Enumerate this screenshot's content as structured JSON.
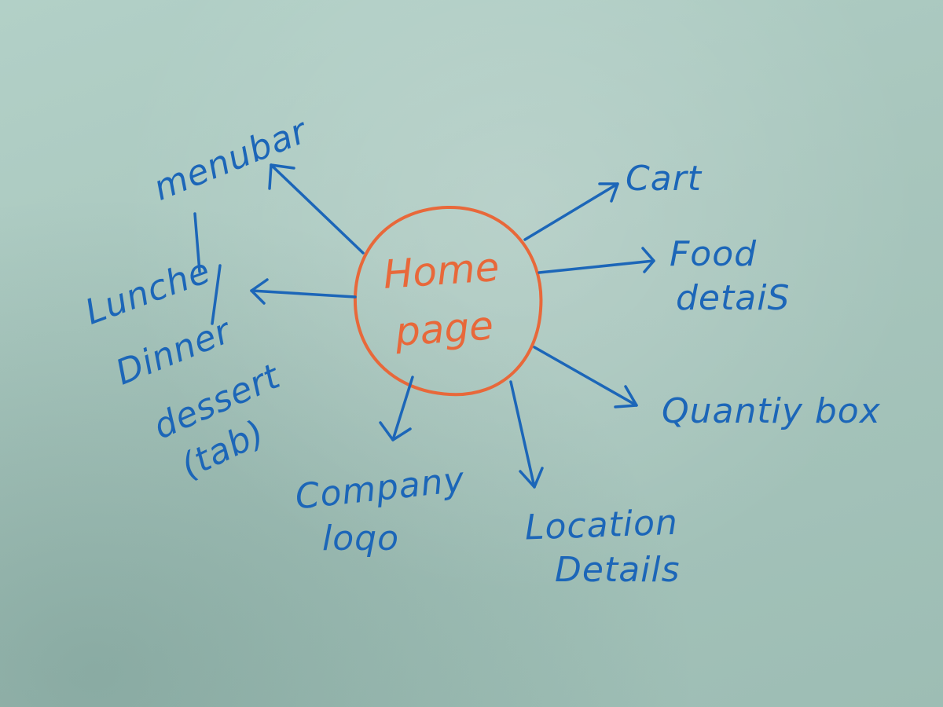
{
  "hub": {
    "line1": "Home",
    "line2": "page"
  },
  "nodes": {
    "menubar": "menubar",
    "cart": "Cart",
    "food_details": {
      "line1": "Food",
      "line2": "detaiS"
    },
    "quantity_box": "Quantiy box",
    "location_details": {
      "line1": "Location",
      "line2": "Details"
    },
    "company_logo": {
      "line1": "Company",
      "line2": "loqo"
    },
    "tabs": {
      "line1": "Lunche",
      "line2": "Dinner",
      "line3": "dessert",
      "line4": "(tab)"
    }
  },
  "colors": {
    "hub": "#e8683a",
    "nodes": "#1c66b8",
    "board": "#a9c7bf"
  }
}
